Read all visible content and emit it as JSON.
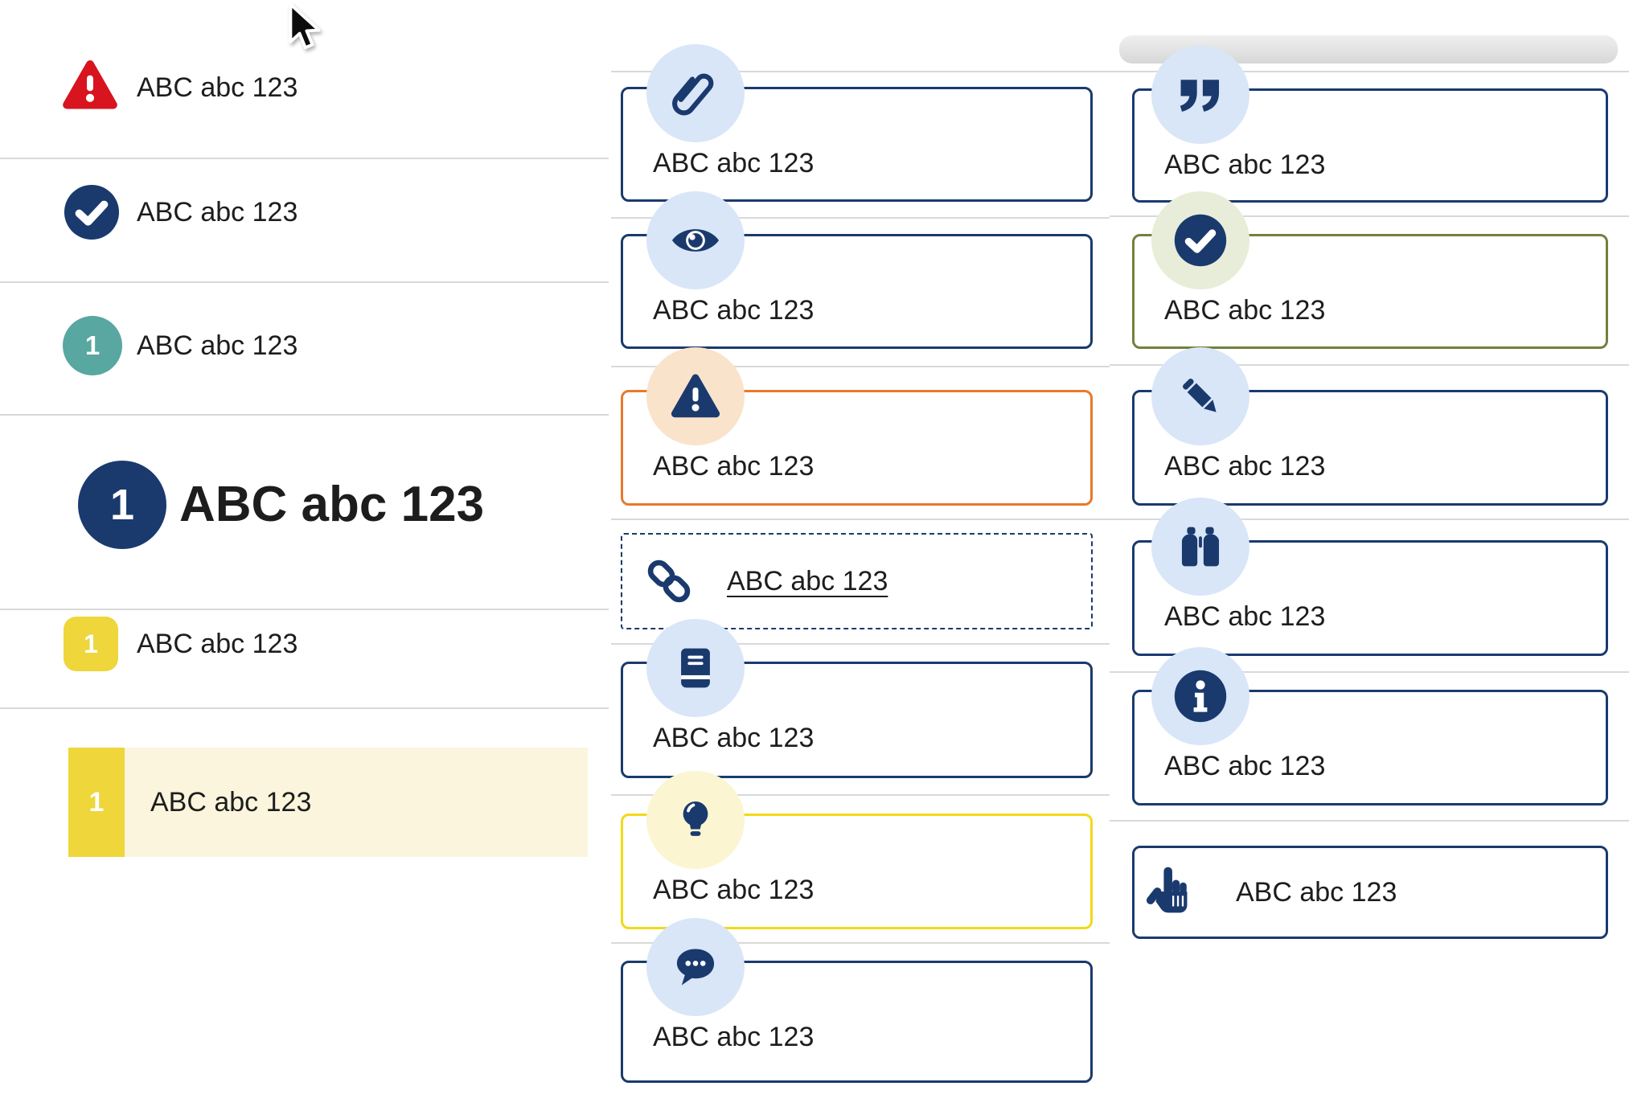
{
  "colors": {
    "navy": "#1a3a6e",
    "light_blue_circle": "#d9e6f8",
    "red": "#d8141f",
    "teal": "#58a7a1",
    "yellow_badge": "#eed63b",
    "pale_yellow_row": "#faf5dc",
    "orange_border": "#e8792c",
    "peach_circle": "#fae3cb",
    "yellow_border": "#f2d919",
    "pale_yellow_circle": "#fbf5d2",
    "olive_border": "#72813c",
    "sage_circle": "#e8edda",
    "divider_grey": "#d9d9d9",
    "text": "#1d1d1d"
  },
  "left_list": {
    "items": [
      {
        "icon": "warning-triangle-icon",
        "label": "ABC abc 123"
      },
      {
        "icon": "check-circle-icon",
        "label": "ABC abc 123"
      },
      {
        "icon": "number-badge-teal",
        "number": "1",
        "label": "ABC abc 123"
      },
      {
        "icon": "number-circle-navy-large",
        "number": "1",
        "label": "ABC abc 123"
      },
      {
        "icon": "number-badge-yellow",
        "number": "1",
        "label": "ABC abc 123"
      },
      {
        "icon": "number-badge-yellow",
        "number": "1",
        "label": "ABC abc 123",
        "highlighted": true
      }
    ]
  },
  "middle_cards": {
    "items": [
      {
        "icon": "paperclip-icon",
        "label": "ABC abc 123",
        "variant": "navy"
      },
      {
        "icon": "eye-icon",
        "label": "ABC abc 123",
        "variant": "navy"
      },
      {
        "icon": "warning-triangle-icon",
        "label": "ABC abc 123",
        "variant": "orange"
      },
      {
        "icon": "link-icon",
        "label": "ABC abc 123",
        "variant": "dashed-link"
      },
      {
        "icon": "book-icon",
        "label": "ABC abc 123",
        "variant": "navy"
      },
      {
        "icon": "lightbulb-icon",
        "label": "ABC abc 123",
        "variant": "yellow"
      },
      {
        "icon": "chat-bubble-icon",
        "label": "ABC abc 123",
        "variant": "navy"
      }
    ]
  },
  "right_cards": {
    "items": [
      {
        "icon": "quote-icon",
        "label": "ABC abc 123",
        "variant": "navy"
      },
      {
        "icon": "check-circle-icon",
        "label": "ABC abc 123",
        "variant": "olive"
      },
      {
        "icon": "pencil-icon",
        "label": "ABC abc 123",
        "variant": "navy"
      },
      {
        "icon": "binoculars-icon",
        "label": "ABC abc 123",
        "variant": "navy"
      },
      {
        "icon": "info-circle-icon",
        "label": "ABC abc 123",
        "variant": "navy"
      },
      {
        "icon": "hand-pointer-icon",
        "label": "ABC abc 123",
        "variant": "navy-inline"
      }
    ]
  },
  "cursor": {
    "type": "arrow-pointer"
  }
}
